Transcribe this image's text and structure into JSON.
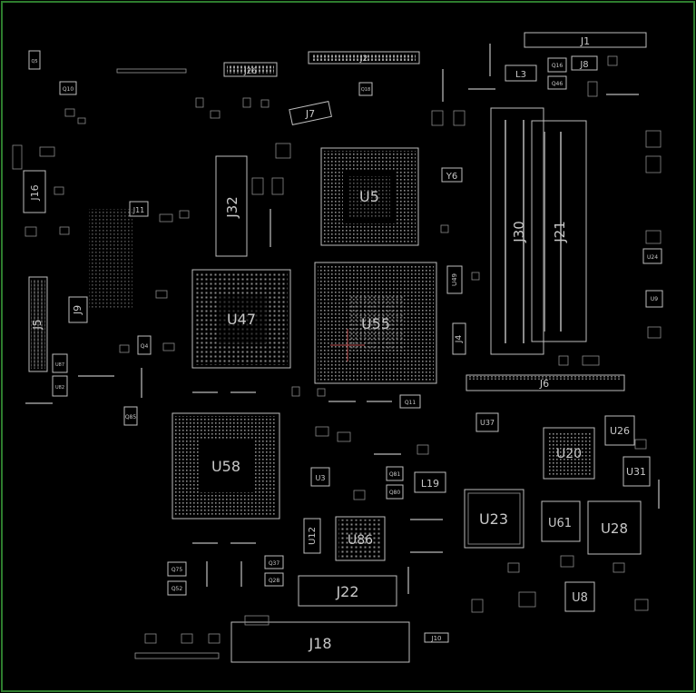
{
  "board": {
    "border_color": "#2e7d2e",
    "trace_color": "#bdbdbd",
    "background": "#000000",
    "crosshair_color": "#c05050"
  },
  "components": {
    "J1": "J1",
    "L3": "L3",
    "Q16": "Q16",
    "J8": "J8",
    "Q46": "Q46",
    "J26": "J26",
    "J2": "J2",
    "J7": "J7",
    "U5": "U5",
    "Y6": "Y6",
    "J30": "J30",
    "J21": "J21",
    "J16": "J16",
    "J11": "J11",
    "J32": "J32",
    "J5": "J5",
    "J9": "J9",
    "U47": "U47",
    "U55": "U55",
    "U49": "U49",
    "J4": "J4",
    "J6": "J6",
    "U24": "U24",
    "U58": "U58",
    "U37": "U37",
    "U20": "U20",
    "U26": "U26",
    "U31": "U31",
    "L19": "L19",
    "U3": "U3",
    "U23": "U23",
    "U61": "U61",
    "U28": "U28",
    "U12": "U12",
    "U86": "U86",
    "J22": "J22",
    "U8": "U8",
    "J18": "J18",
    "J10": "J10",
    "Q75": "Q75",
    "Q52": "Q52",
    "Q28": "Q28",
    "Q37": "Q37",
    "Q81": "Q81",
    "Q80": "Q80",
    "Q11": "Q11",
    "Q4": "Q4",
    "Q85": "Q85",
    "U82": "U82",
    "U87": "U87",
    "U9": "U9",
    "Q10": "Q10",
    "Q5": "Q5",
    "Q18": "Q18"
  }
}
